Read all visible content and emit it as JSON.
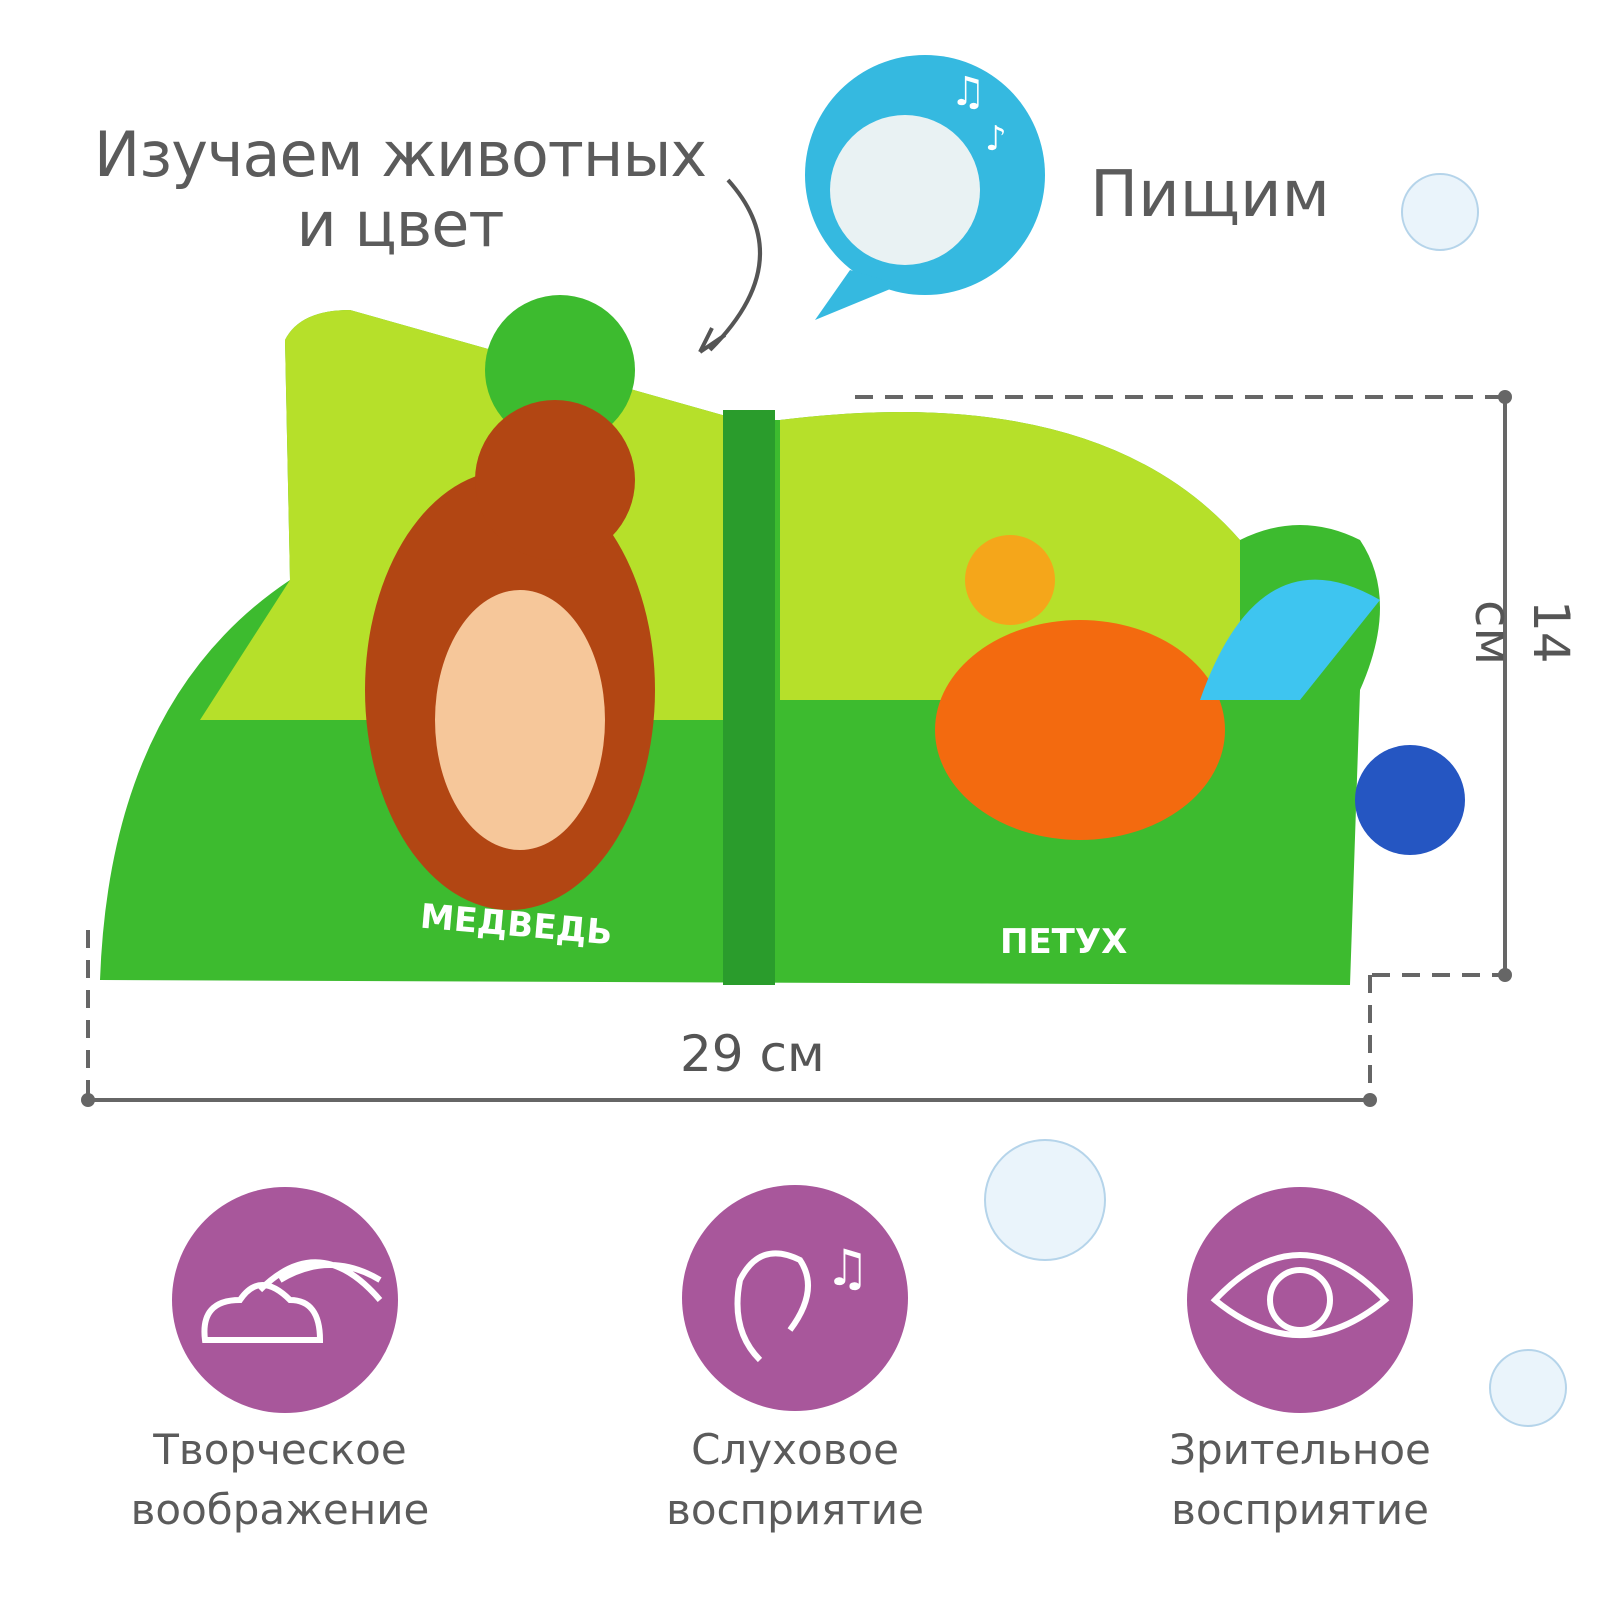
{
  "headline": {
    "line1": "Изучаем животных",
    "line2": "и цвет"
  },
  "sound_feature": {
    "label": "Пищим",
    "icon": "music-notes-icon"
  },
  "book": {
    "left_page_label": "МЕДВЕДЬ",
    "right_page_label": "ПЕТУХ"
  },
  "dimensions": {
    "width": "29 см",
    "height": "14 см"
  },
  "features": [
    {
      "icon": "shooting-star-cloud-icon",
      "line1": "Творческое",
      "line2": "воображение"
    },
    {
      "icon": "ear-music-icon",
      "line1": "Слуховое",
      "line2": "восприятие"
    },
    {
      "icon": "eye-icon",
      "line1": "Зрительное",
      "line2": "восприятие"
    }
  ],
  "colors": {
    "accent_purple": "#a8579b",
    "bubble_blue": "#35b9e0",
    "book_green": "#3dbb2f",
    "text_gray": "#5b5b5b"
  }
}
